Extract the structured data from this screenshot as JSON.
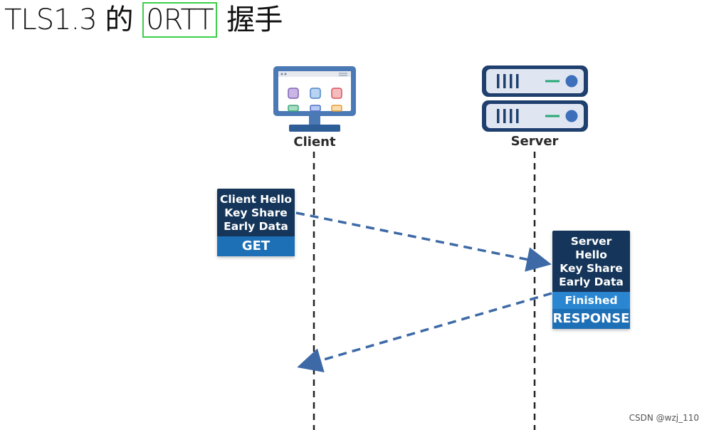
{
  "title": {
    "prefix": "TLS1.3 的",
    "highlight": "0RTT",
    "suffix": "握手"
  },
  "actors": {
    "client": "Client",
    "server": "Server"
  },
  "messages": {
    "client_hello": {
      "lines": [
        "Client Hello",
        "Key Share",
        "Early Data"
      ],
      "footer": "GET"
    },
    "server_hello": {
      "lines": [
        "Server Hello",
        "Key Share",
        "Early Data"
      ],
      "finished": "Finished",
      "footer": "RESPONSE"
    }
  },
  "colors": {
    "arrow": "#3d6aa6",
    "box_dark": "#15365a",
    "box_accent": "#1d6fb6",
    "highlight_border": "#3cd04a"
  },
  "watermark": "CSDN @wzj_110"
}
